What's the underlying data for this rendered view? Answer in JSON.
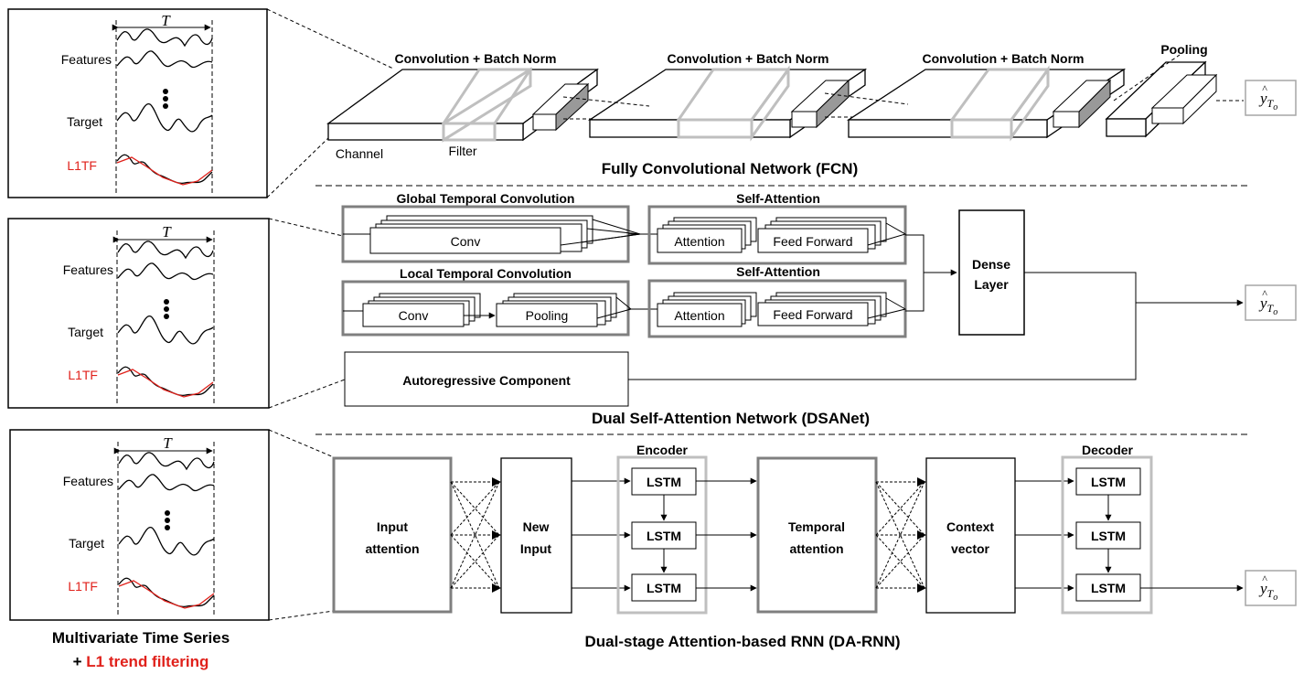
{
  "input_panel": {
    "window_label": "T",
    "features": "Features",
    "target": "Target",
    "filter": "L1TF"
  },
  "caption": {
    "line1": "Multivariate Time Series",
    "line2_prefix": "+ ",
    "line2_highlight": "L1 trend filtering"
  },
  "fcn": {
    "title": "Fully Convolutional Network (FCN)",
    "blocks": [
      "Convolution + Batch Norm",
      "Convolution + Batch Norm",
      "Convolution + Batch Norm"
    ],
    "pooling": "Pooling",
    "channel": "Channel",
    "filter": "Filter"
  },
  "dsanet": {
    "title": "Dual Self-Attention Network (DSANet)",
    "global_conv": "Global Temporal Convolution",
    "local_conv": "Local Temporal Convolution",
    "self_attention": "Self-Attention",
    "conv": "Conv",
    "pooling": "Pooling",
    "attention": "Attention",
    "feed_forward": "Feed Forward",
    "dense_line1": "Dense",
    "dense_line2": "Layer",
    "autoregressive": "Autoregressive Component"
  },
  "darnn": {
    "title": "Dual-stage Attention-based RNN (DA-RNN)",
    "input_attention_line1": "Input",
    "input_attention_line2": "attention",
    "new_input_line1": "New",
    "new_input_line2": "Input",
    "encoder": "Encoder",
    "decoder": "Decoder",
    "lstm": "LSTM",
    "temporal_attention_line1": "Temporal",
    "temporal_attention_line2": "attention",
    "context_line1": "Context",
    "context_line2": "vector"
  },
  "output": {
    "symbol": "y",
    "subscript": "T",
    "sub_subscript": "o"
  },
  "colors": {
    "highlight": "#e0211b",
    "frame_gray": "#7f7f7f",
    "light_gray": "#bfbfbf"
  }
}
